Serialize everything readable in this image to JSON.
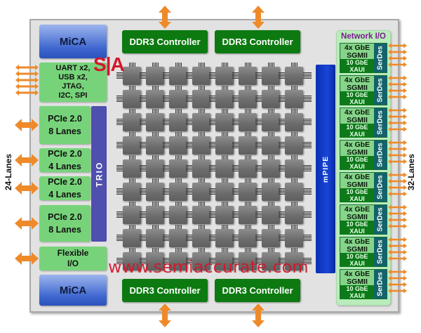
{
  "diagram": {
    "title": "Many-core processor block diagram",
    "colors": {
      "io_arrow": "#ee8a2a",
      "ddr": "#0c7a10",
      "mica": "#3f67cf",
      "io_block": "#77d37a",
      "trio": "#4f4fae",
      "mpipe": "#1746d6",
      "network_title": "#7a1e8f",
      "serdes": "#12636a",
      "watermark": "#d3172a"
    },
    "mica": [
      {
        "label": "MiCA"
      },
      {
        "label": "MiCA"
      }
    ],
    "ddr_controllers": [
      {
        "label": "DDR3 Controller"
      },
      {
        "label": "DDR3 Controller"
      },
      {
        "label": "DDR3 Controller"
      },
      {
        "label": "DDR3 Controller"
      }
    ],
    "misc_io": {
      "lines": [
        "UART x2,",
        "USB x2,",
        "JTAG,",
        "I2C, SPI"
      ]
    },
    "pcie": [
      {
        "line1": "PCIe 2.0",
        "line2": "8 Lanes"
      },
      {
        "line1": "PCIe 2.0",
        "line2": "4 Lanes"
      },
      {
        "line1": "PCIe 2.0",
        "line2": "4 Lanes"
      },
      {
        "line1": "PCIe 2.0",
        "line2": "8 Lanes"
      }
    ],
    "flexible_io": {
      "line1": "Flexible",
      "line2": "I/O"
    },
    "trio": {
      "label": "TRIO"
    },
    "mpipe": {
      "label": "mPIPE"
    },
    "tile_grid": {
      "rows": 9,
      "columns": 8
    },
    "network_io": {
      "title": "Network I/O",
      "blocks": [
        {
          "gbe": "4x GbE",
          "sgmii": "SGMII",
          "xaui1": "10 GbE",
          "xaui2": "XAUI",
          "serdes": "SerDes"
        },
        {
          "gbe": "4x GbE",
          "sgmii": "SGMII",
          "xaui1": "10 GbE",
          "xaui2": "XAUI",
          "serdes": "SerDes"
        },
        {
          "gbe": "4x GbE",
          "sgmii": "SGMII",
          "xaui1": "10 GbE",
          "xaui2": "XAUI",
          "serdes": "SerDes"
        },
        {
          "gbe": "4x GbE",
          "sgmii": "SGMII",
          "xaui1": "10 GbE",
          "xaui2": "XAUI",
          "serdes": "SerDes"
        },
        {
          "gbe": "4x GbE",
          "sgmii": "SGMII",
          "xaui1": "10 GbE",
          "xaui2": "XAUI",
          "serdes": "SerDes"
        },
        {
          "gbe": "4x GbE",
          "sgmii": "SGMII",
          "xaui1": "10 GbE",
          "xaui2": "XAUI",
          "serdes": "SerDes"
        },
        {
          "gbe": "4x GbE",
          "sgmii": "SGMII",
          "xaui1": "10 GbE",
          "xaui2": "XAUI",
          "serdes": "SerDes"
        },
        {
          "gbe": "4x GbE",
          "sgmii": "SGMII",
          "xaui1": "10 GbE",
          "xaui2": "XAUI",
          "serdes": "SerDes"
        }
      ]
    },
    "left_lanes_label": "24-Lanes",
    "right_lanes_label": "32-Lanes",
    "watermark_logo": "S|A",
    "watermark_url": "www.semiaccurate.com"
  }
}
